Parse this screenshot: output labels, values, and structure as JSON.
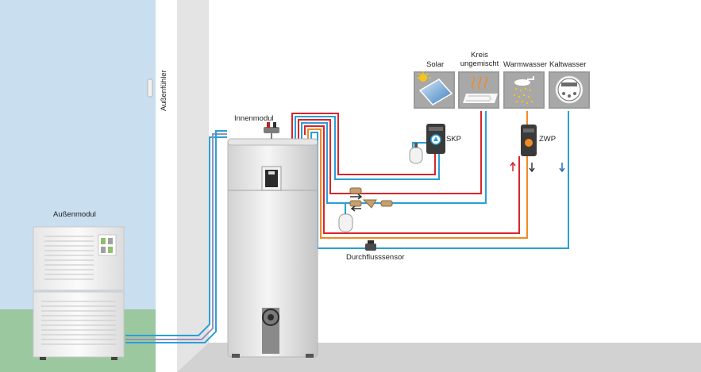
{
  "labels": {
    "aussenfuehler": "Außenfühler",
    "aussenmodul": "Außenmodul",
    "innenmodul": "Innenmodul",
    "solar": "Solar",
    "kreis_line1": "Kreis",
    "kreis_line2": "ungemischt",
    "warmwasser": "Warmwasser",
    "kaltwasser": "Kaltwasser",
    "skp": "SKP",
    "zwp": "ZWP",
    "durchflusssensor": "Durchflusssensor"
  },
  "colors": {
    "supply": "#d9252a",
    "return": "#2a9fd6",
    "hot_water": "#f08a24",
    "refrigerant": "#9a8fbf",
    "sky": "#c9deef",
    "grass": "#9cc8a0",
    "floor": "#cfcfcf",
    "wall": "#e4e4e4"
  },
  "icons": {
    "solar": "solar-panel-icon",
    "kreis": "underfloor-heating-icon",
    "warmwasser": "shower-icon",
    "kaltwasser": "water-meter-icon"
  }
}
